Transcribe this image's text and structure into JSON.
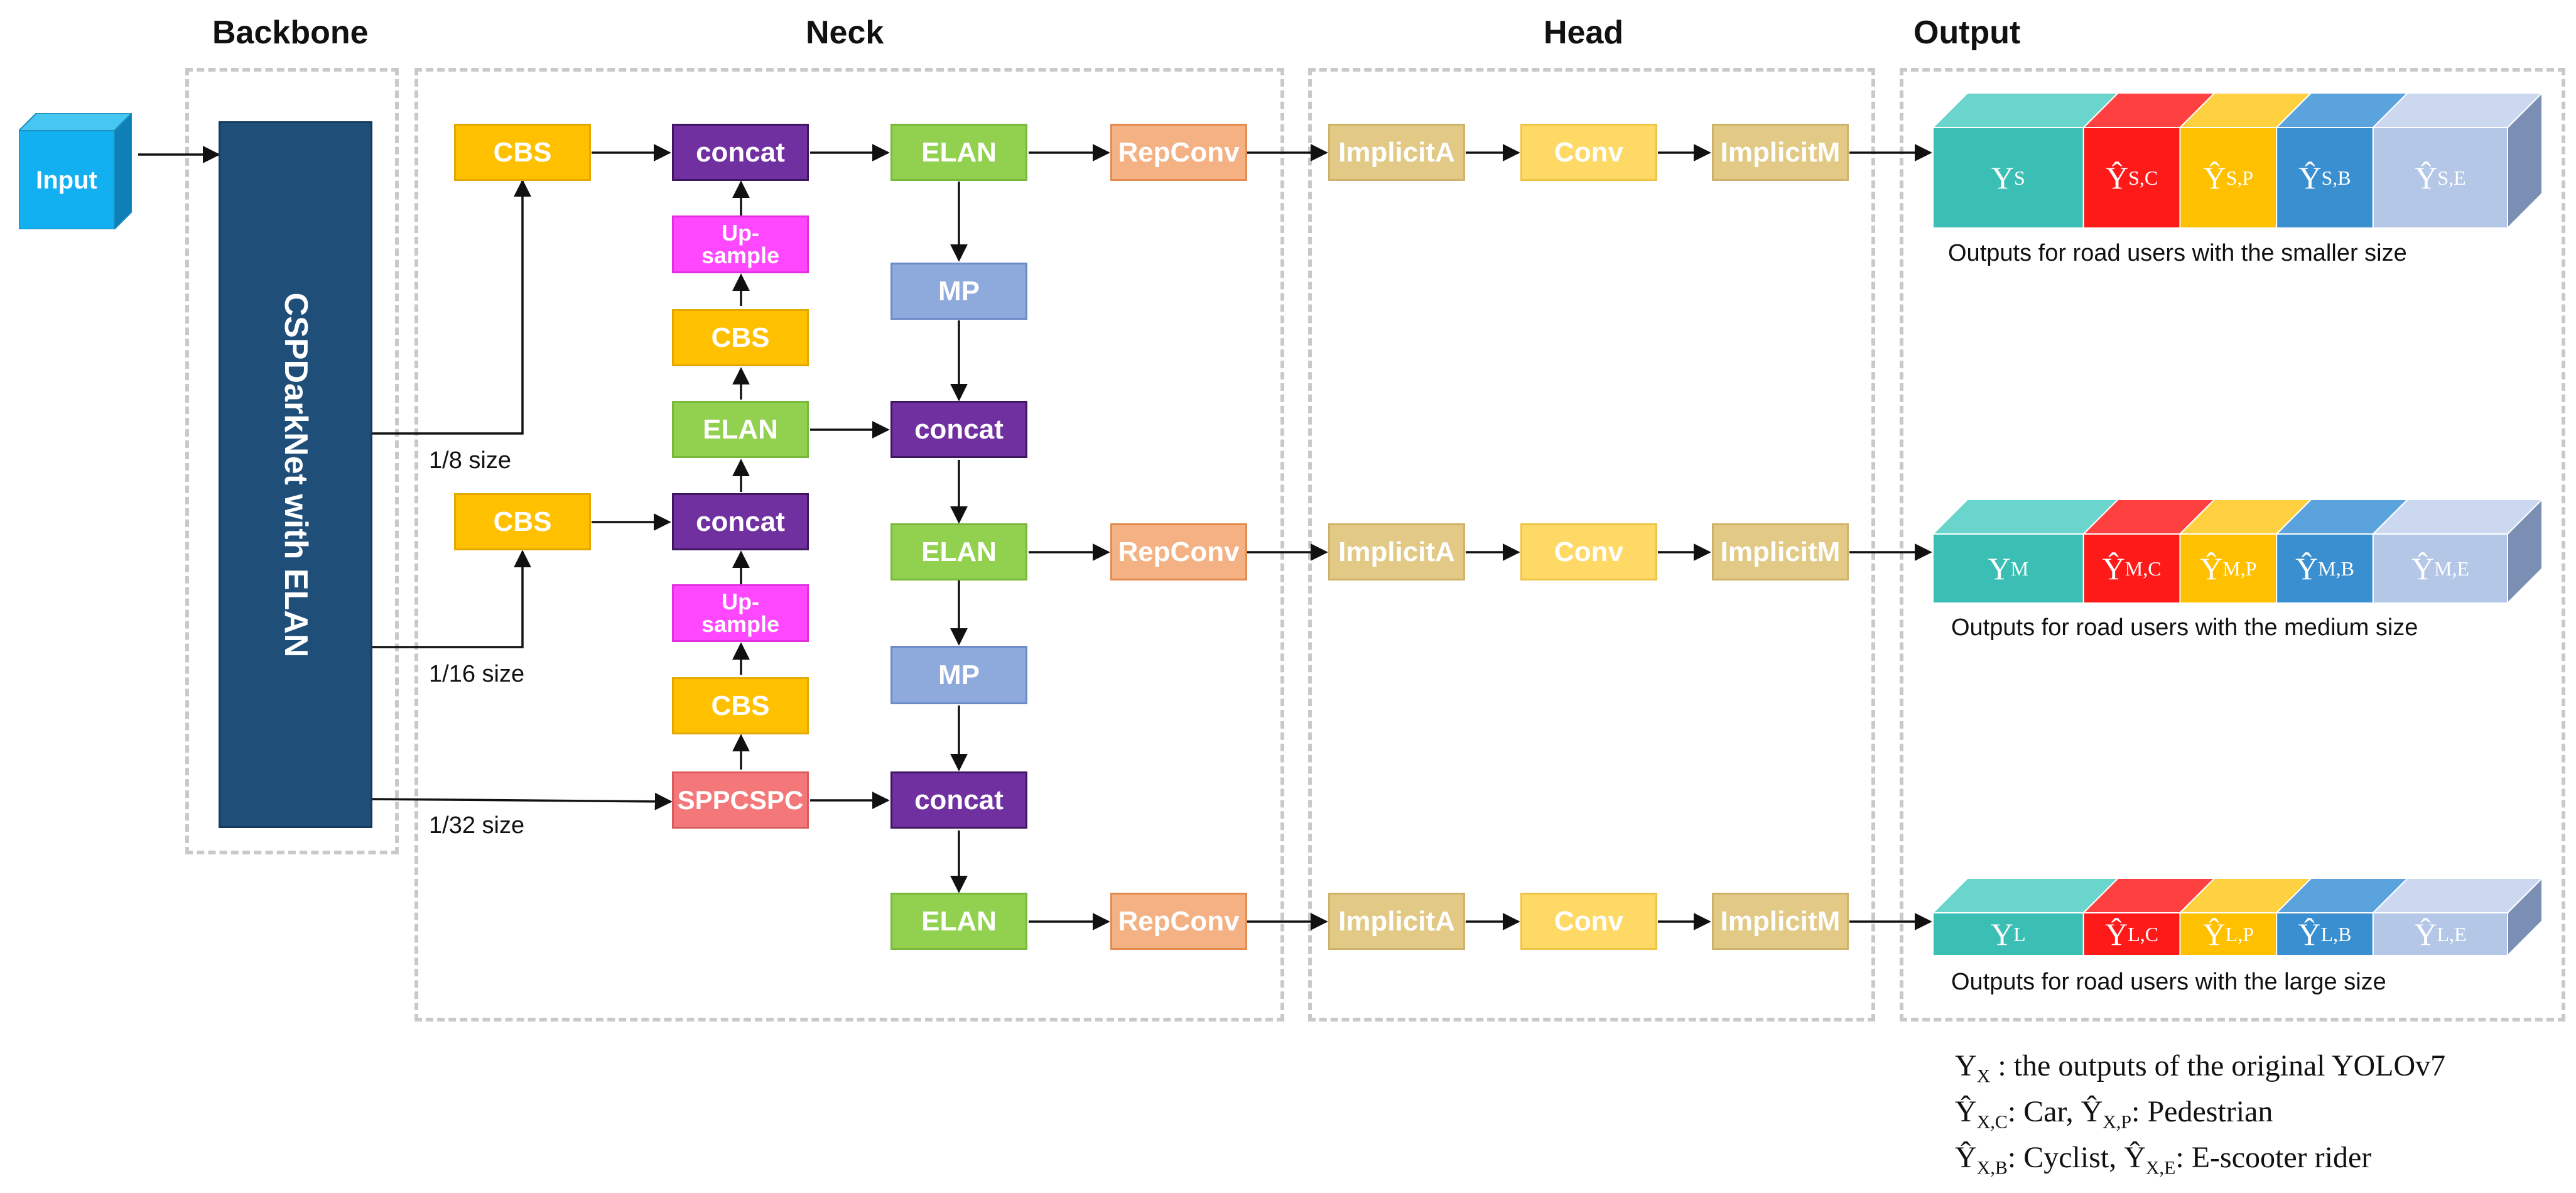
{
  "sections": {
    "backbone": "Backbone",
    "neck": "Neck",
    "head": "Head",
    "output": "Output"
  },
  "input_label": "Input",
  "backbone_label": "CSPDarkNet with ELAN",
  "scale_labels": {
    "s8": "1/8 size",
    "s16": "1/16 size",
    "s32": "1/32 size"
  },
  "neck_blocks": {
    "cbs_top_left": "CBS",
    "concat_1": "concat",
    "elan_top": "ELAN",
    "repconv_1": "RepConv",
    "upsample_1": "Up-sample",
    "mp_1": "MP",
    "cbs_2": "CBS",
    "elan_mid_left": "ELAN",
    "concat_mid": "concat",
    "cbs_mid_left": "CBS",
    "concat_2": "concat",
    "elan_2": "ELAN",
    "repconv_2": "RepConv",
    "upsample_2": "Up-sample",
    "mp_2": "MP",
    "cbs_3": "CBS",
    "sppcspc": "SPPCSPC",
    "concat_3": "concat",
    "elan_3": "ELAN",
    "repconv_3": "RepConv"
  },
  "head_blocks": {
    "implicit_a": "ImplicitA",
    "conv": "Conv",
    "implicit_m": "ImplicitM"
  },
  "outputs": [
    {
      "cells": [
        {
          "base": "Y",
          "sub": "S",
          "hat": false
        },
        {
          "base": "Y",
          "sub": "S,C",
          "hat": true
        },
        {
          "base": "Y",
          "sub": "S,P",
          "hat": true
        },
        {
          "base": "Y",
          "sub": "S,B",
          "hat": true
        },
        {
          "base": "Y",
          "sub": "S,E",
          "hat": true
        }
      ],
      "caption": "Outputs for road users with the smaller size"
    },
    {
      "cells": [
        {
          "base": "Y",
          "sub": "M",
          "hat": false
        },
        {
          "base": "Y",
          "sub": "M,C",
          "hat": true
        },
        {
          "base": "Y",
          "sub": "M,P",
          "hat": true
        },
        {
          "base": "Y",
          "sub": "M,B",
          "hat": true
        },
        {
          "base": "Y",
          "sub": "M,E",
          "hat": true
        }
      ],
      "caption": "Outputs for road users with the medium size"
    },
    {
      "cells": [
        {
          "base": "Y",
          "sub": "L",
          "hat": false
        },
        {
          "base": "Y",
          "sub": "L,C",
          "hat": true
        },
        {
          "base": "Y",
          "sub": "L,P",
          "hat": true
        },
        {
          "base": "Y",
          "sub": "L,B",
          "hat": true
        },
        {
          "base": "Y",
          "sub": "L,E",
          "hat": true
        }
      ],
      "caption": "Outputs for road users with the large size"
    }
  ],
  "output_colors": {
    "front": [
      "#3BBFB5",
      "#FF1A1A",
      "#FFC000",
      "#3A8FD0",
      "#B4C7E7"
    ],
    "top": [
      "#6AD5CC",
      "#FF4040",
      "#FFD040",
      "#5BA3DD",
      "#CBD8F0"
    ],
    "side": "#7B8FB5"
  },
  "legend": {
    "line1_sym": "Y",
    "line1_sub": "X",
    "line1_text": " : the outputs of the original YOLOv7",
    "line2": {
      "a_sub": "X,C",
      "a_text": ": Car, ",
      "b_sub": "X,P",
      "b_text": ": Pedestrian"
    },
    "line3": {
      "a_sub": "X,B",
      "a_text": ": Cyclist, ",
      "b_sub": "X,E",
      "b_text": ": E-scooter rider"
    }
  }
}
